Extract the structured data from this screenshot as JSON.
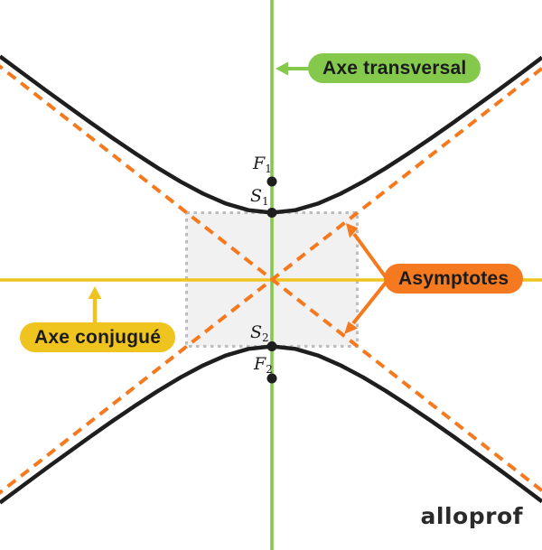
{
  "colors": {
    "green": "#84C94B",
    "yellow": "#F0C41E",
    "orange": "#F5791E",
    "black": "#1E1E1E",
    "rect_fill": "#F1F1F1",
    "rect_border": "#BDBDBD"
  },
  "callouts": {
    "transversal": {
      "label": "Axe transversal"
    },
    "conjugate": {
      "label": "Axe conjugué"
    },
    "asymptotes": {
      "label": "Asymptotes"
    }
  },
  "points": {
    "f1": {
      "base": "F",
      "sub": "1"
    },
    "s1": {
      "base": "S",
      "sub": "1"
    },
    "s2": {
      "base": "S",
      "sub": "2"
    },
    "f2": {
      "base": "F",
      "sub": "2"
    }
  },
  "logo": {
    "text": "alloprof"
  }
}
